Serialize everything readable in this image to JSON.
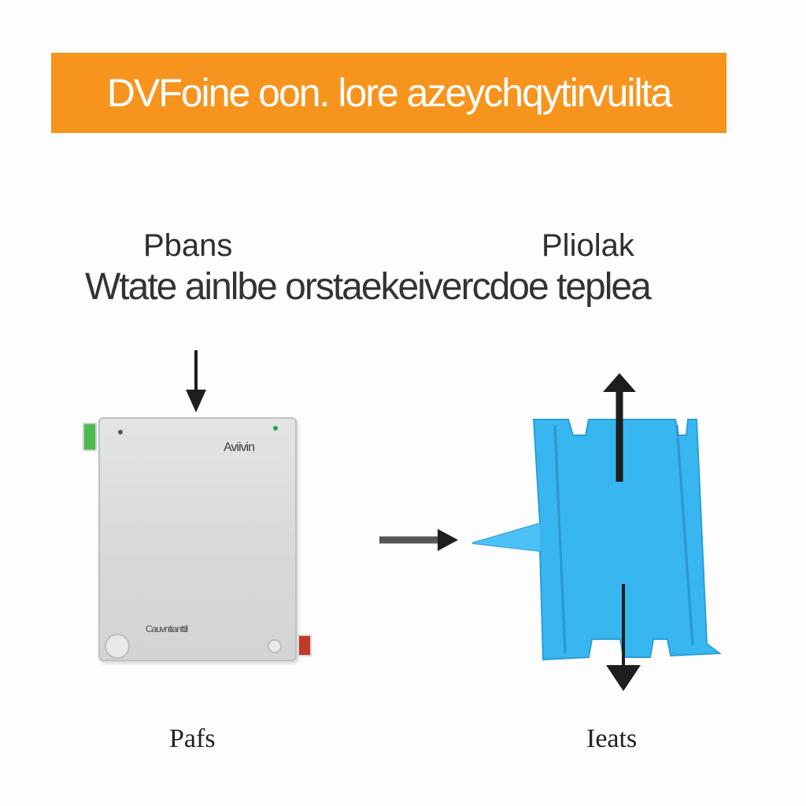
{
  "banner": {
    "title": "DVFoine oon. lore azeychqytirvuilta",
    "color": "#f7941d"
  },
  "headings": {
    "left": "Pbans",
    "right": "Pliolak",
    "subtitle": "Wtate ainlbe orstaekeivercdoe teplea"
  },
  "device": {
    "label_top": "Aviivin",
    "label_bottom": "Cauvntianttil",
    "color": "#d9dadc"
  },
  "panel": {
    "color": "#38b6ef"
  },
  "captions": {
    "left": "Pafs",
    "right": "Ieats"
  }
}
